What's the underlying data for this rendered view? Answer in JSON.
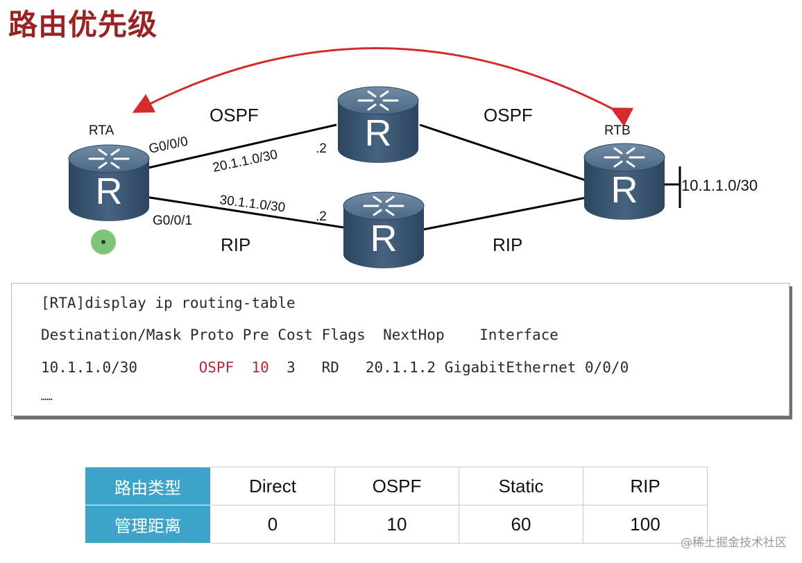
{
  "title": "路由优先级",
  "diagram": {
    "routers": [
      {
        "id": "rta",
        "name": "RTA",
        "glyph": "R"
      },
      {
        "id": "top",
        "name": "",
        "glyph": "R"
      },
      {
        "id": "bottom",
        "name": "",
        "glyph": "R"
      },
      {
        "id": "rtb",
        "name": "RTB",
        "glyph": "R"
      }
    ],
    "labels": {
      "ospf_left": "OSPF",
      "ospf_right": "OSPF",
      "rip_left": "RIP",
      "rip_right": "RIP",
      "if_g000": "G0/0/0",
      "if_g001": "G0/0/1",
      "net_20": "20.1.1.0/30",
      "net_30": "30.1.1.0/30",
      "host_top": ".2",
      "host_bottom": ".2",
      "net_10": "10.1.1.0/30"
    },
    "colors": {
      "router_body": "#3d5a75",
      "arrow": "#d52a2a",
      "cursor": "#6ebf6a"
    }
  },
  "cli": {
    "command": "[RTA]display ip routing-table",
    "header": "Destination/Mask Proto Pre Cost Flags  NextHop    Interface",
    "row": {
      "dest": "10.1.1.0/30",
      "proto": "OSPF",
      "pre": "10",
      "cost": "3",
      "flags": "RD",
      "nexthop": "20.1.1.2",
      "iface": "GigabitEthernet 0/0/0"
    },
    "more": "……"
  },
  "priority_table": {
    "row1_header": "路由类型",
    "row2_header": "管理距离",
    "types": [
      "Direct",
      "OSPF",
      "Static",
      "RIP"
    ],
    "distances": [
      "0",
      "10",
      "60",
      "100"
    ]
  },
  "watermark": "@稀土掘金技术社区"
}
